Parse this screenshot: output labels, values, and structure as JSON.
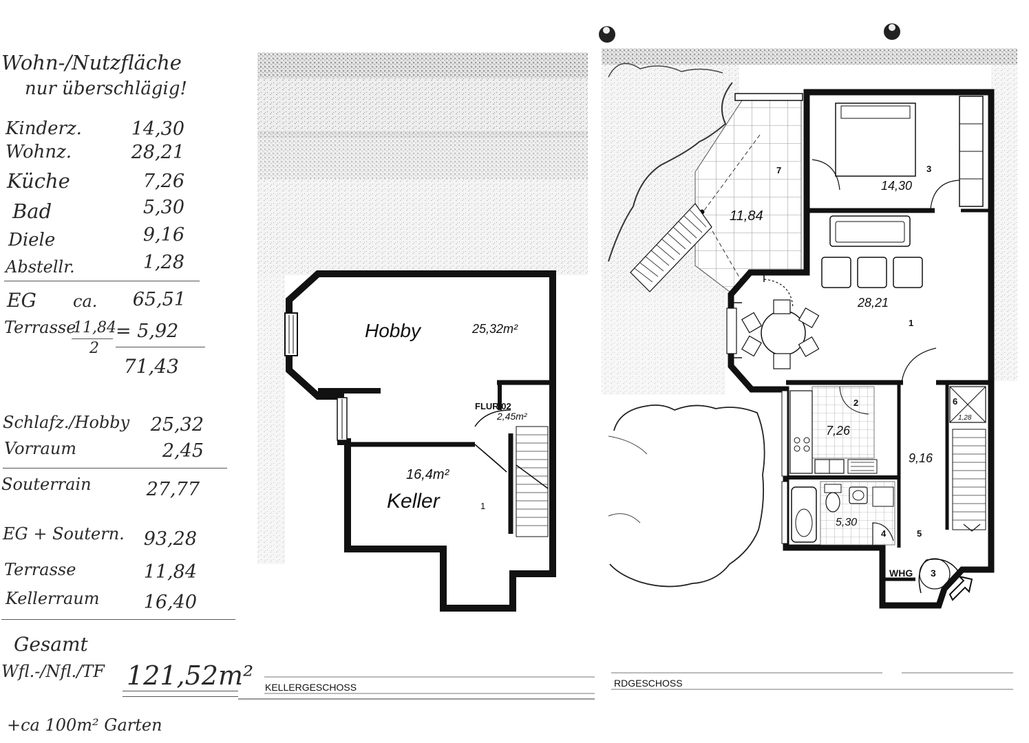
{
  "notes": {
    "header_line1": "Wohn-/Nutzfläche",
    "header_line2": "nur überschlägig!",
    "eg_rooms": [
      {
        "label": "Kinderz.",
        "value": "14,30"
      },
      {
        "label": "Wohnz.",
        "value": "28,21"
      },
      {
        "label": "Küche",
        "value": "7,26"
      },
      {
        "label": "Bad",
        "value": "5,30"
      },
      {
        "label": "Diele",
        "value": "9,16"
      },
      {
        "label": "Abstellr.",
        "value": "1,28"
      }
    ],
    "eg_label": "EG",
    "eg_ca": "ca.",
    "eg_value": "65,51",
    "terrace_label": "Terrasse",
    "terrace_fraction_num": "11,84",
    "terrace_fraction_den": "2",
    "terrace_result": "= 5,92",
    "subtotal": "71,43",
    "basement_rooms": [
      {
        "label": "Schlafz./Hobby",
        "value": "25,32"
      },
      {
        "label": "Vorraum",
        "value": "2,45"
      }
    ],
    "souterrain_label": "Souterrain",
    "souterrain_value": "27,77",
    "summary": [
      {
        "label": "EG + Soutern.",
        "value": "93,28"
      },
      {
        "label": "Terrasse",
        "value": "11,84"
      },
      {
        "label": "Kellerraum",
        "value": "16,40"
      }
    ],
    "total_label_1": "Gesamt",
    "total_label_2": "Wfl.-/Nfl./TF",
    "total_value": "121,52m²",
    "garden_note": "+ca 100m² Garten"
  },
  "kellergeschoss": {
    "title": "KELLERGESCHOSS",
    "hobby_label": "Hobby",
    "hobby_area": "25,32m²",
    "flur_label": "FLUR 02",
    "flur_area": "2,45m²",
    "keller_area": "16,4m²",
    "keller_label": "Keller",
    "keller_number": "1"
  },
  "erdgeschoss": {
    "title": "RDGESCHOSS",
    "terrace_number": "7",
    "terrace_area": "11,84",
    "kinderzimmer_number": "3",
    "kinderzimmer_area": "14,30",
    "wohnzimmer_area": "28,21",
    "wohnzimmer_number": "1",
    "kueche_number": "2",
    "kueche_area": "7,26",
    "bad_area": "5,30",
    "abstell_number": "6",
    "abstell_area": "1,28",
    "diele_area": "9,16",
    "wc_number": "4",
    "diele_number": "5",
    "whg_label": "WHG",
    "whg_number": "3"
  }
}
